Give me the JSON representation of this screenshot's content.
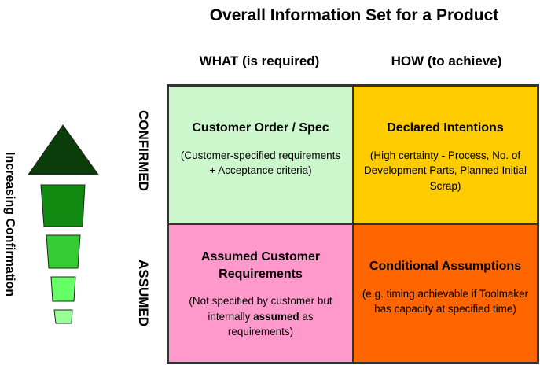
{
  "title": "Overall Information Set for a Product",
  "columns": {
    "what": "WHAT (is required)",
    "how": "HOW (to achieve)"
  },
  "rows": {
    "confirmed": "CONFIRMED",
    "assumed": "ASSUMED"
  },
  "side_label": "Increasing Confirmation",
  "cells": {
    "confirmed_what": {
      "heading": "Customer Order / Spec",
      "body": "(Customer-specified requirements + Acceptance criteria)"
    },
    "confirmed_how": {
      "heading": "Declared Intentions",
      "body": "(High certainty - Process, No. of Development Parts, Planned Initial Scrap)"
    },
    "assumed_what": {
      "heading": "Assumed Customer Requirements",
      "body_pre": "(Not specified by customer but internally ",
      "body_em": "assumed",
      "body_post": " as requirements)"
    },
    "assumed_how": {
      "heading": "Conditional Assumptions",
      "body": "(e.g. timing achievable if Toolmaker has capacity at specified time)"
    }
  },
  "colors": {
    "confirmed_what": "#ccf7cc",
    "confirmed_how": "#ffcc00",
    "assumed_what": "#ff99cc",
    "assumed_how": "#ff6600",
    "stack": [
      "#0b3d0b",
      "#118a11",
      "#33cc33",
      "#66ff66",
      "#99ff99"
    ]
  }
}
